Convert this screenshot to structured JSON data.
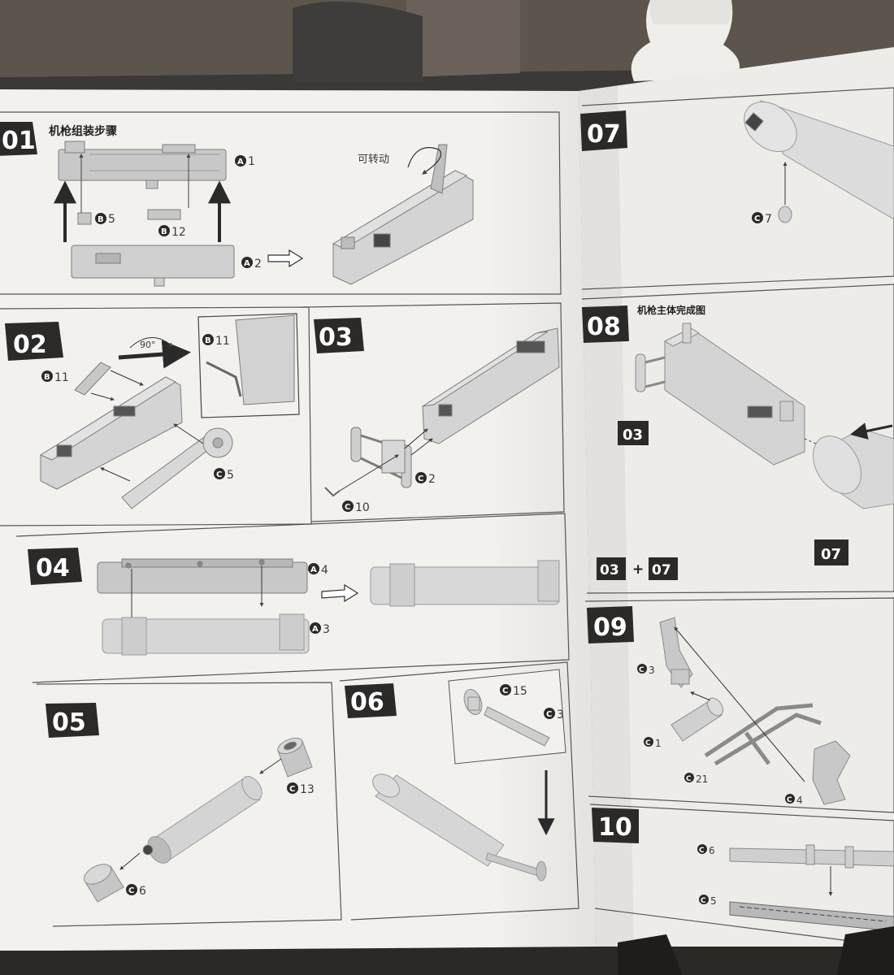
{
  "manual": {
    "left_page": {
      "steps": [
        {
          "number": "01",
          "title": "机枪组装步骤",
          "rotatable_note": "可转动",
          "parts": [
            {
              "letter": "A",
              "number": "1"
            },
            {
              "letter": "B",
              "number": "5"
            },
            {
              "letter": "B",
              "number": "12"
            },
            {
              "letter": "A",
              "number": "2"
            }
          ]
        },
        {
          "number": "02",
          "rotation_label": "90°",
          "parts": [
            {
              "letter": "B",
              "number": "11"
            },
            {
              "letter": "B",
              "number": "11"
            },
            {
              "letter": "C",
              "number": "5"
            }
          ]
        },
        {
          "number": "03",
          "parts": [
            {
              "letter": "C",
              "number": "2"
            },
            {
              "letter": "C",
              "number": "10"
            }
          ]
        },
        {
          "number": "04",
          "parts": [
            {
              "letter": "A",
              "number": "4"
            },
            {
              "letter": "A",
              "number": "3"
            }
          ]
        },
        {
          "number": "05",
          "parts": [
            {
              "letter": "C",
              "number": "13"
            },
            {
              "letter": "C",
              "number": "6"
            }
          ]
        },
        {
          "number": "06",
          "parts": [
            {
              "letter": "C",
              "number": "15"
            },
            {
              "letter": "C",
              "number": "3"
            }
          ]
        }
      ]
    },
    "right_page": {
      "steps": [
        {
          "number": "07",
          "parts": [
            {
              "letter": "C",
              "number": "7"
            }
          ]
        },
        {
          "number": "08",
          "title": "机枪主体完成图",
          "sub_badges": [
            "03",
            "07"
          ],
          "combo": {
            "left": "03",
            "operator": "+",
            "right": "07"
          }
        },
        {
          "number": "09",
          "parts": [
            {
              "letter": "C",
              "number": "3"
            },
            {
              "letter": "C",
              "number": "1"
            },
            {
              "letter": "C",
              "number": "21"
            },
            {
              "letter": "C",
              "number": "4"
            }
          ]
        },
        {
          "number": "10",
          "parts": [
            {
              "letter": "C",
              "number": "6"
            },
            {
              "letter": "C",
              "number": "5"
            }
          ]
        }
      ]
    }
  },
  "colors": {
    "background": "#4a4540",
    "paper": "#f2f0ec",
    "step_badge": "#2c2a28",
    "part_gray": "#c9c9c9",
    "part_outline": "#8a8a8a",
    "arrow": "#2a2a2a"
  },
  "icons": {
    "rotate": "rotate-arrow-icon",
    "next_step": "hollow-arrow-icon"
  }
}
